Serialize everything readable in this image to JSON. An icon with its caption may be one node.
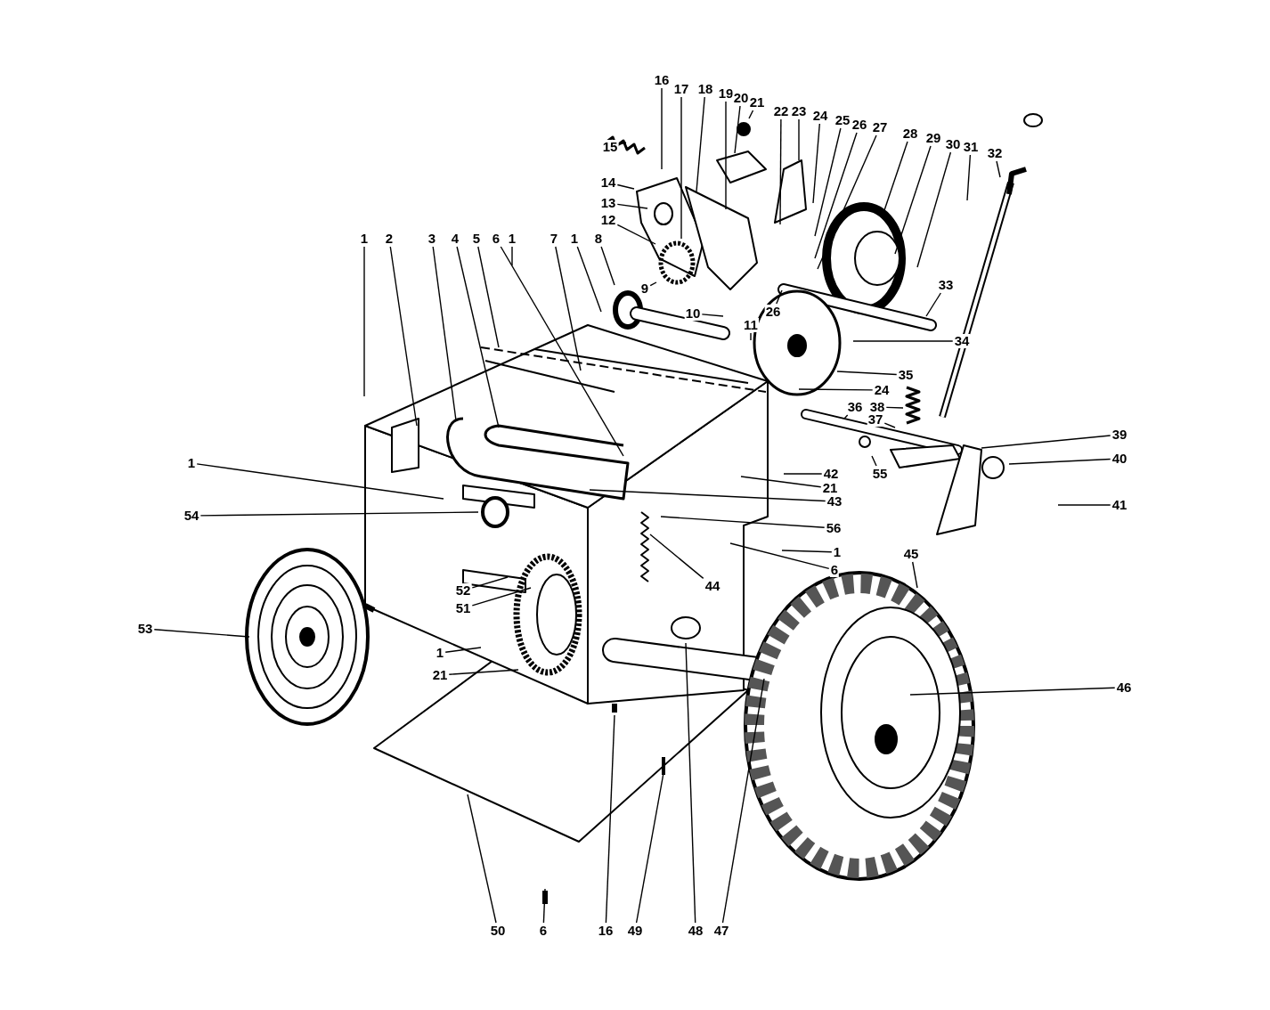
{
  "diagram": {
    "nodes": [
      {
        "text": [
          "1"
        ]
      },
      {
        "text": [
          "2"
        ]
      },
      {
        "text": [
          "3"
        ]
      },
      {
        "text": [
          "4"
        ]
      },
      {
        "text": [
          "5"
        ]
      },
      {
        "text": [
          "6"
        ]
      },
      {
        "text": [
          "1"
        ]
      },
      {
        "text": [
          "7"
        ]
      },
      {
        "text": [
          "1"
        ]
      },
      {
        "text": [
          "8"
        ]
      },
      {
        "text": [
          "15"
        ]
      },
      {
        "text": [
          "16"
        ]
      },
      {
        "text": [
          "17"
        ]
      },
      {
        "text": [
          "18"
        ]
      },
      {
        "text": [
          "19"
        ]
      },
      {
        "text": [
          "20"
        ]
      },
      {
        "text": [
          "21"
        ]
      },
      {
        "text": [
          "22"
        ]
      },
      {
        "text": [
          "23"
        ]
      },
      {
        "text": [
          "24"
        ]
      },
      {
        "text": [
          "25"
        ]
      },
      {
        "text": [
          "26"
        ]
      },
      {
        "text": [
          "27"
        ]
      },
      {
        "text": [
          "28"
        ]
      },
      {
        "text": [
          "29"
        ]
      },
      {
        "text": [
          "30"
        ]
      },
      {
        "text": [
          "31"
        ]
      },
      {
        "text": [
          "32"
        ]
      },
      {
        "text": [
          "14"
        ]
      },
      {
        "text": [
          "13"
        ]
      },
      {
        "text": [
          "12"
        ]
      },
      {
        "text": [
          "9"
        ]
      },
      {
        "text": [
          "10"
        ]
      },
      {
        "text": [
          "26"
        ]
      },
      {
        "text": [
          "11"
        ]
      },
      {
        "text": [
          "33"
        ]
      },
      {
        "text": [
          "34"
        ]
      },
      {
        "text": [
          "35"
        ]
      },
      {
        "text": [
          "24"
        ]
      },
      {
        "text": [
          "38"
        ]
      },
      {
        "text": [
          "36"
        ]
      },
      {
        "text": [
          "37"
        ]
      },
      {
        "text": [
          "39"
        ]
      },
      {
        "text": [
          "40"
        ]
      },
      {
        "text": [
          "41"
        ]
      },
      {
        "text": [
          "42"
        ]
      },
      {
        "text": [
          "21"
        ]
      },
      {
        "text": [
          "43"
        ]
      },
      {
        "text": [
          "56"
        ]
      },
      {
        "text": [
          "1"
        ]
      },
      {
        "text": [
          "6"
        ]
      },
      {
        "text": [
          "55"
        ]
      },
      {
        "text": [
          "45"
        ]
      },
      {
        "text": [
          "44"
        ]
      },
      {
        "text": [
          "46"
        ]
      },
      {
        "text": [
          "54"
        ]
      },
      {
        "text": [
          "1"
        ]
      },
      {
        "text": [
          "53"
        ]
      },
      {
        "text": [
          "52"
        ]
      },
      {
        "text": [
          "51"
        ]
      },
      {
        "text": [
          "1"
        ]
      },
      {
        "text": [
          "21"
        ]
      },
      {
        "text": [
          "50"
        ]
      },
      {
        "text": [
          "6"
        ]
      },
      {
        "text": [
          "16"
        ]
      },
      {
        "text": [
          "49"
        ]
      },
      {
        "text": [
          "48"
        ]
      },
      {
        "text": [
          "47"
        ]
      }
    ],
    "edges": [
      {
        "from": 0,
        "to": null,
        "arrow": "none"
      },
      {
        "from": 1,
        "to": null,
        "arrow": "none"
      },
      {
        "from": 2,
        "to": null,
        "arrow": "none"
      },
      {
        "from": 3,
        "to": null,
        "arrow": "none"
      },
      {
        "from": 4,
        "to": null,
        "arrow": "none"
      },
      {
        "from": 5,
        "to": null,
        "arrow": "none"
      },
      {
        "from": 6,
        "to": null,
        "arrow": "none"
      },
      {
        "from": 7,
        "to": null,
        "arrow": "none"
      },
      {
        "from": 8,
        "to": null,
        "arrow": "none"
      },
      {
        "from": 9,
        "to": null,
        "arrow": "none"
      },
      {
        "from": 10,
        "to": null,
        "arrow": "none"
      },
      {
        "from": 11,
        "to": null,
        "arrow": "none"
      },
      {
        "from": 12,
        "to": null,
        "arrow": "none"
      },
      {
        "from": 13,
        "to": null,
        "arrow": "none"
      },
      {
        "from": 14,
        "to": null,
        "arrow": "none"
      },
      {
        "from": 15,
        "to": null,
        "arrow": "none"
      },
      {
        "from": 16,
        "to": null,
        "arrow": "none"
      },
      {
        "from": 17,
        "to": null,
        "arrow": "none"
      },
      {
        "from": 18,
        "to": null,
        "arrow": "none"
      },
      {
        "from": 19,
        "to": null,
        "arrow": "none"
      },
      {
        "from": 20,
        "to": null,
        "arrow": "none"
      },
      {
        "from": 21,
        "to": null,
        "arrow": "none"
      },
      {
        "from": 22,
        "to": null,
        "arrow": "none"
      },
      {
        "from": 23,
        "to": null,
        "arrow": "none"
      },
      {
        "from": 24,
        "to": null,
        "arrow": "none"
      },
      {
        "from": 25,
        "to": null,
        "arrow": "none"
      },
      {
        "from": 26,
        "to": null,
        "arrow": "none"
      },
      {
        "from": 27,
        "to": null,
        "arrow": "none"
      },
      {
        "from": 28,
        "to": null,
        "arrow": "none"
      },
      {
        "from": 29,
        "to": null,
        "arrow": "none"
      },
      {
        "from": 30,
        "to": null,
        "arrow": "none"
      },
      {
        "from": 31,
        "to": null,
        "arrow": "none"
      },
      {
        "from": 32,
        "to": null,
        "arrow": "none"
      },
      {
        "from": 33,
        "to": null,
        "arrow": "none"
      },
      {
        "from": 34,
        "to": null,
        "arrow": "none"
      },
      {
        "from": 35,
        "to": null,
        "arrow": "none"
      },
      {
        "from": 36,
        "to": null,
        "arrow": "none"
      },
      {
        "from": 37,
        "to": null,
        "arrow": "none"
      },
      {
        "from": 38,
        "to": null,
        "arrow": "none"
      },
      {
        "from": 39,
        "to": null,
        "arrow": "none"
      },
      {
        "from": 40,
        "to": null,
        "arrow": "none"
      },
      {
        "from": 41,
        "to": null,
        "arrow": "none"
      },
      {
        "from": 42,
        "to": null,
        "arrow": "none"
      },
      {
        "from": 43,
        "to": null,
        "arrow": "none"
      },
      {
        "from": 44,
        "to": null,
        "arrow": "none"
      },
      {
        "from": 45,
        "to": null,
        "arrow": "none"
      },
      {
        "from": 46,
        "to": null,
        "arrow": "none"
      },
      {
        "from": 47,
        "to": null,
        "arrow": "none"
      },
      {
        "from": 48,
        "to": null,
        "arrow": "none"
      },
      {
        "from": 49,
        "to": null,
        "arrow": "none"
      },
      {
        "from": 50,
        "to": null,
        "arrow": "none"
      },
      {
        "from": 51,
        "to": null,
        "arrow": "none"
      },
      {
        "from": 52,
        "to": null,
        "arrow": "none"
      },
      {
        "from": 53,
        "to": null,
        "arrow": "none"
      },
      {
        "from": 54,
        "to": null,
        "arrow": "none"
      },
      {
        "from": 55,
        "to": null,
        "arrow": "none"
      },
      {
        "from": 56,
        "to": null,
        "arrow": "none"
      },
      {
        "from": 57,
        "to": null,
        "arrow": "none"
      },
      {
        "from": 58,
        "to": null,
        "arrow": "none"
      },
      {
        "from": 59,
        "to": null,
        "arrow": "none"
      },
      {
        "from": 60,
        "to": null,
        "arrow": "none"
      },
      {
        "from": 61,
        "to": null,
        "arrow": "none"
      },
      {
        "from": 62,
        "to": null,
        "arrow": "none"
      },
      {
        "from": 63,
        "to": null,
        "arrow": "none"
      },
      {
        "from": 64,
        "to": null,
        "arrow": "none"
      },
      {
        "from": 65,
        "to": null,
        "arrow": "none"
      },
      {
        "from": 66,
        "to": null,
        "arrow": "none"
      },
      {
        "from": 67,
        "to": null,
        "arrow": "none"
      }
    ]
  }
}
